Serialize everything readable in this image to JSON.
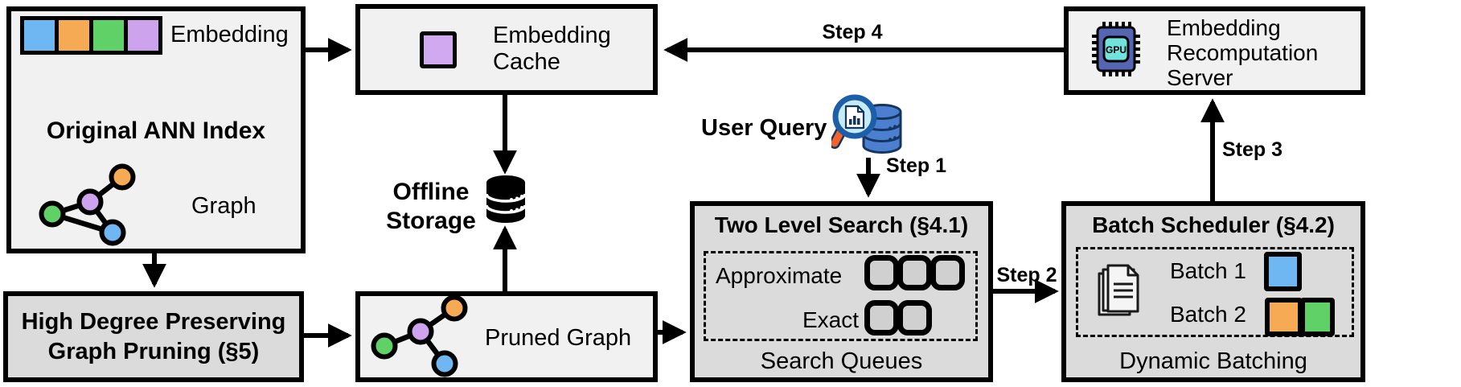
{
  "colors": {
    "blue": "#6FB7F3",
    "orange": "#F6AA54",
    "green": "#5FD166",
    "purple": "#CDA3EE",
    "purple_cache": "#D0A9F0",
    "box_light": "#F1F1F1",
    "box_grey": "#DBDBDB",
    "queue_fill": "#D0D0D0",
    "gpu_body": "#5565B2",
    "gpu_screen": "#72E2DC",
    "query_db_blue": "#4D7FD1",
    "magnifier_lens": "#C4EBF6",
    "magnifier_rim": "#1D5EA9",
    "magnifier_handle": "#F2622E"
  },
  "original_index": {
    "embedding_label": "Embedding",
    "title": "Original ANN Index",
    "graph_label": "Graph"
  },
  "graph_pruning": {
    "line1": "High Degree Preserving",
    "line2": "Graph Pruning (§5)"
  },
  "embedding_cache": {
    "line1": "Embedding",
    "line2": "Cache"
  },
  "offline_storage": {
    "line1": "Offline",
    "line2": "Storage"
  },
  "pruned_graph": {
    "label": "Pruned Graph"
  },
  "user_query": {
    "label": "User Query"
  },
  "steps": {
    "step1": "Step 1",
    "step2": "Step 2",
    "step3": "Step 3",
    "step4": "Step 4"
  },
  "two_level_search": {
    "title": "Two Level Search (§4.1)",
    "approximate_label": "Approximate",
    "exact_label": "Exact",
    "approximate_queue_count": 3,
    "exact_queue_count": 2,
    "footer": "Search Queues"
  },
  "batch_scheduler": {
    "title": "Batch Scheduler (§4.2)",
    "batch1_label": "Batch 1",
    "batch2_label": "Batch 2",
    "footer": "Dynamic Batching"
  },
  "recompute_server": {
    "gpu_label": "GPU",
    "line1": "Embedding",
    "line2": "Recomputation",
    "line3": "Server"
  }
}
